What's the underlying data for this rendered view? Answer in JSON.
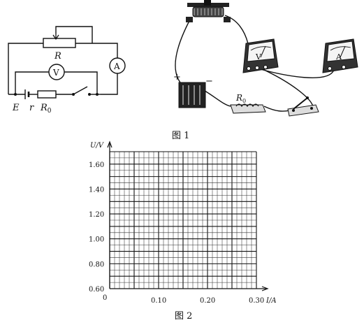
{
  "figure1": {
    "caption": "图 1",
    "schematic": {
      "rheostat_label": "R",
      "voltmeter_label": "V",
      "ammeter_label": "A",
      "emf_label": "E",
      "internal_resistance_label": "r",
      "resistor_label": "R",
      "resistor_subscript": "0"
    },
    "apparatus": {
      "voltmeter_label": "V",
      "ammeter_label": "A",
      "battery_plus": "+",
      "battery_minus": "−",
      "resistor_label": "R",
      "resistor_subscript": "0"
    }
  },
  "figure2": {
    "caption": "图 2",
    "chart_data": {
      "type": "grid",
      "xlabel": "I/A",
      "ylabel": "U/V",
      "xlim": [
        0,
        0.3
      ],
      "ylim": [
        0.6,
        1.7
      ],
      "x_ticks": [
        "0.10",
        "0.20",
        "0.30"
      ],
      "y_ticks": [
        "0.60",
        "0.80",
        "1.00",
        "1.20",
        "1.40",
        "1.60"
      ],
      "origin_label": "0",
      "grid": true,
      "minor_x_divisions": 30,
      "minor_y_divisions": 22,
      "major_x_every": 5,
      "major_y_every": 2
    }
  }
}
